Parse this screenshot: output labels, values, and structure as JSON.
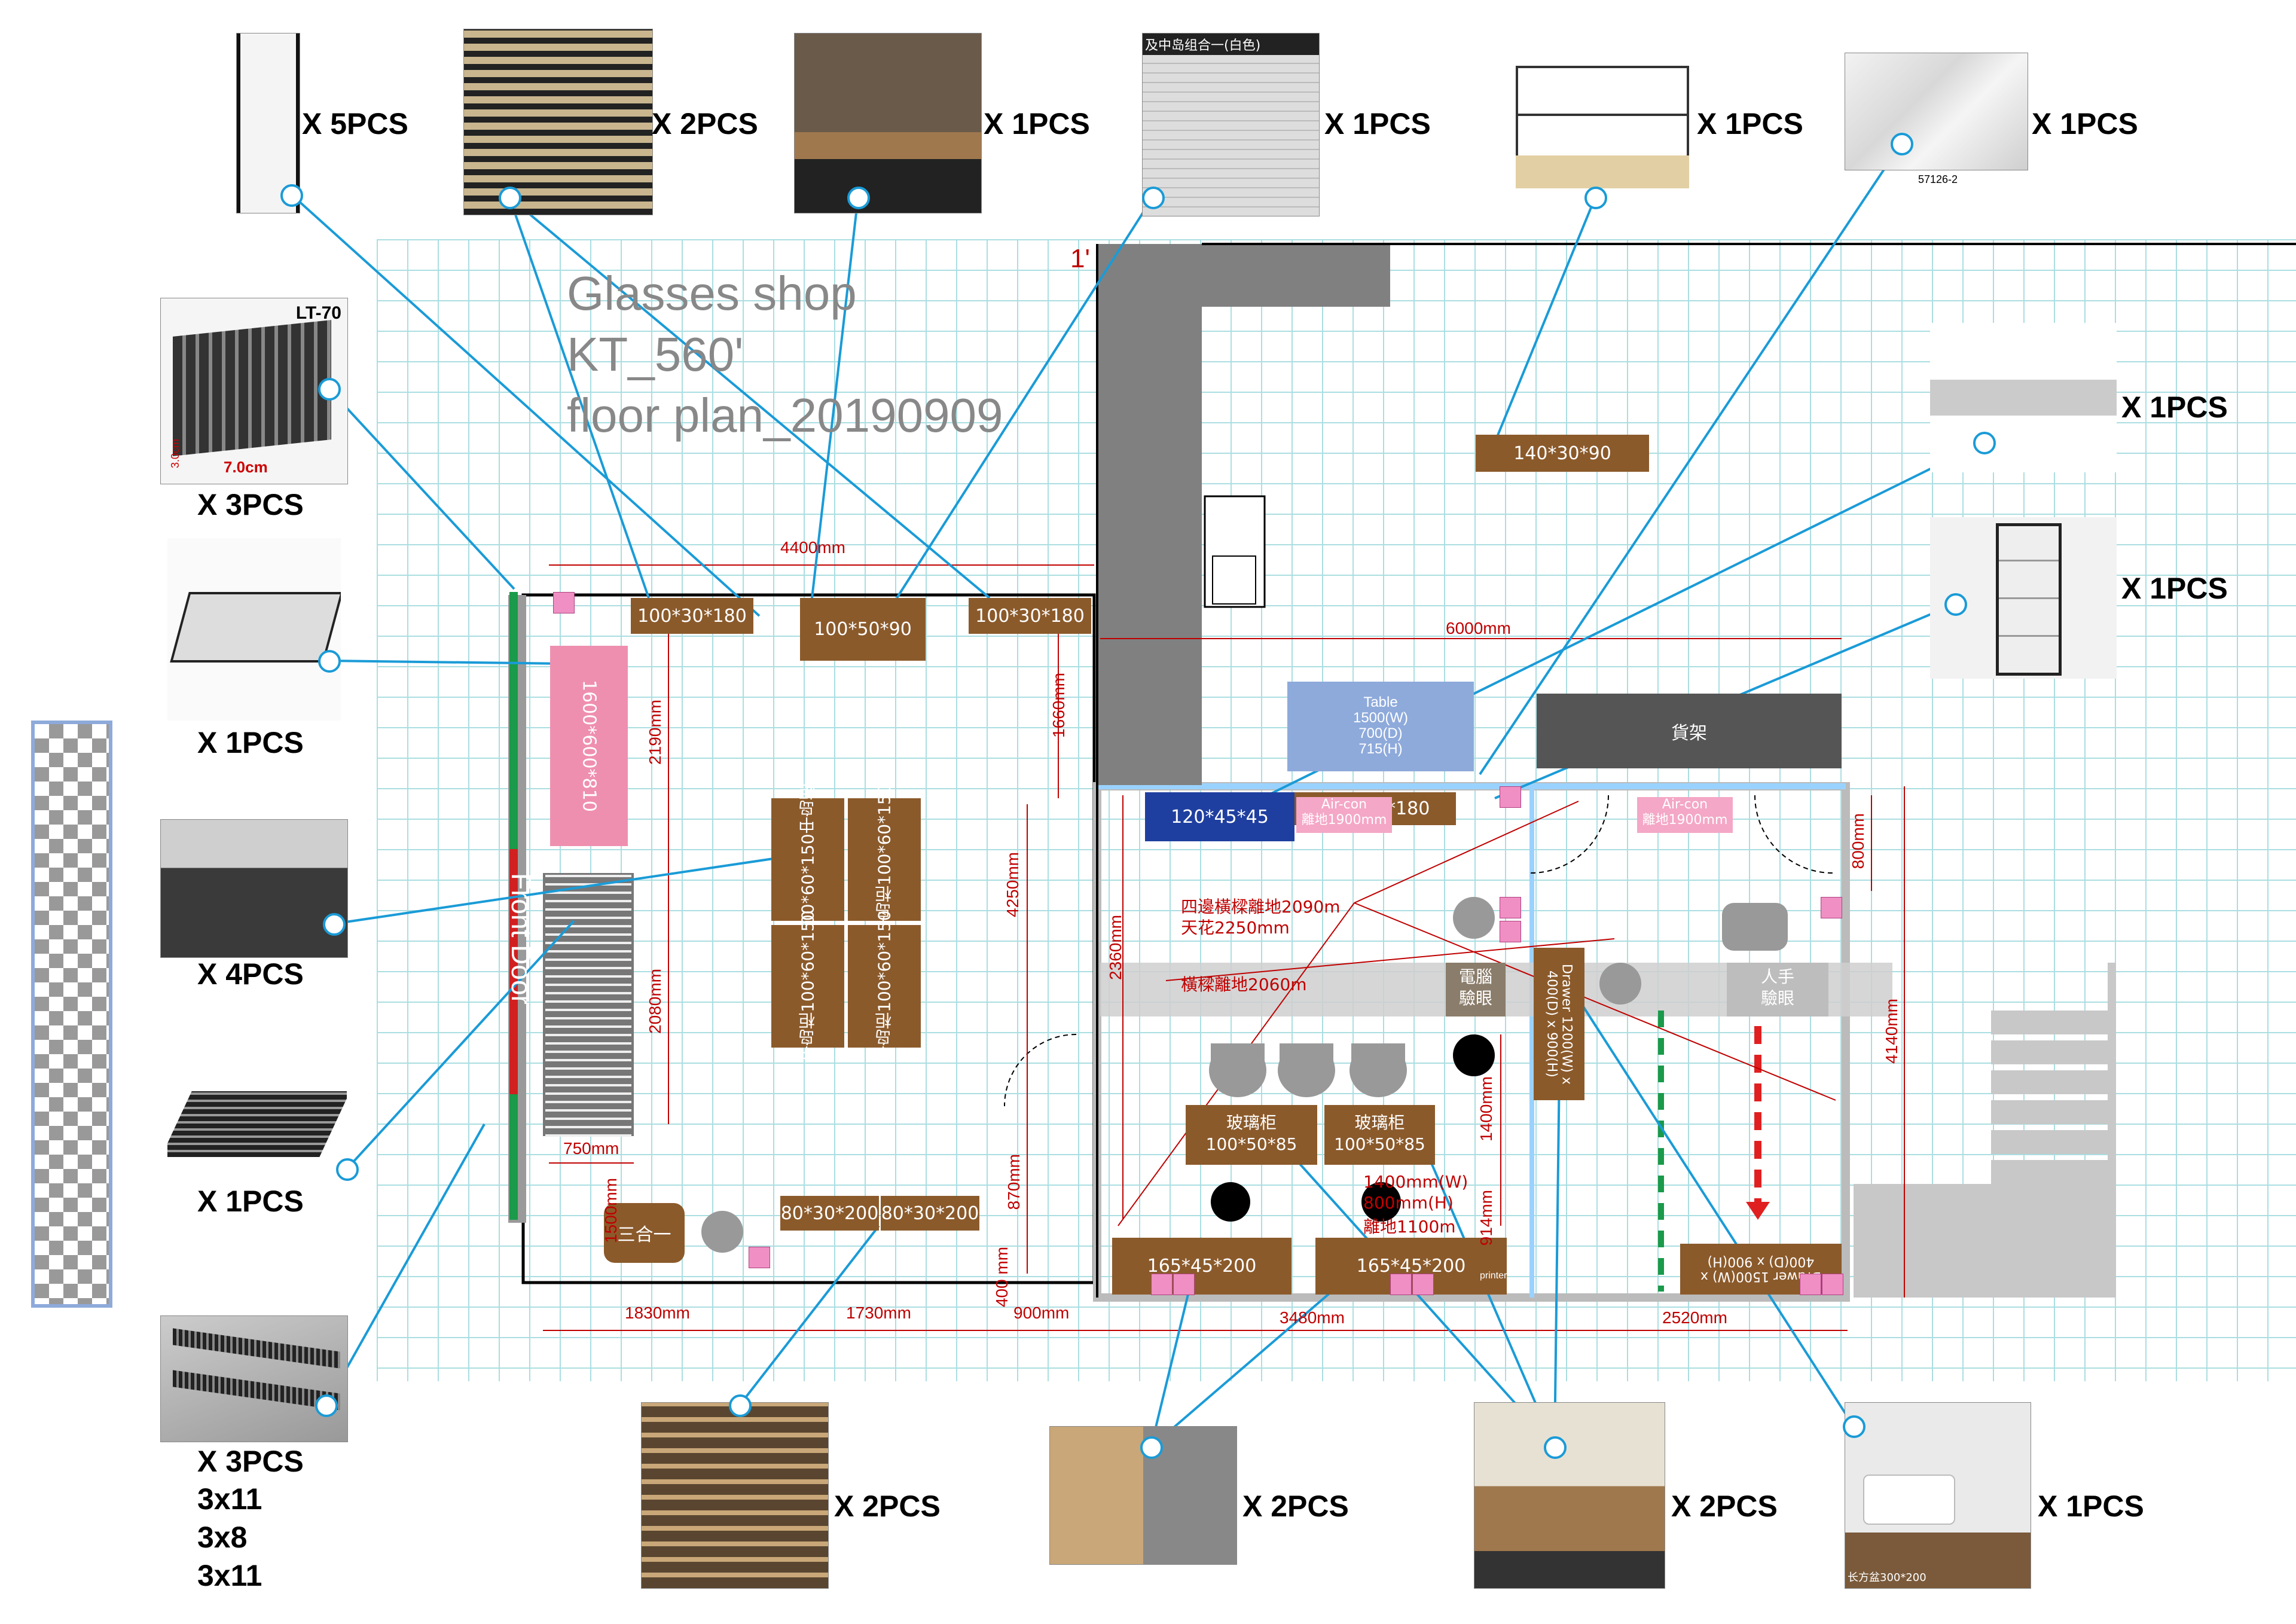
{
  "title_lines": [
    "Glasses shop",
    "KT_560'",
    "floor plan_20190909"
  ],
  "products": {
    "top": [
      "X 5PCS",
      "X 2PCS",
      "X 1PCS",
      "X 1PCS",
      "X 1PCS",
      "X 1PCS"
    ],
    "right": [
      "X 1PCS",
      "X 1PCS"
    ],
    "left": [
      "X 3PCS",
      "X 1PCS",
      "X 4PCS",
      "X 1PCS",
      "X 3PCS"
    ],
    "left_extra": [
      "3x11",
      "3x8",
      "3x11"
    ],
    "bottom": [
      "X 2PCS",
      "X 2PCS",
      "X 2PCS",
      "X 1PCS"
    ],
    "photo_captions": {
      "doormat_label": "LT-70",
      "doormat_width": "7.0cm",
      "doormat_height": "3.0cm",
      "cabinet_label": "及中岛组合一(白色)",
      "marble_label": "57126-2",
      "basin_label": "长方盆300*200"
    }
  },
  "furniture": {
    "f1": "100*30*180",
    "f2": "100*50*90",
    "f3": "100*30*180",
    "pink_table": "1600*600*810",
    "island1": "中岛柜",
    "island_dim": "100*60*150",
    "cab_80_a": "80*30*200",
    "cab_80_b": "80*30*200",
    "sanheyi": "三合一",
    "shelf_top": "140*30*90",
    "table_lines": [
      "Table",
      "1500(W)",
      "700(D)",
      "715(H)"
    ],
    "blue_sofa": "120*45*45",
    "rack_small": "100*32*180",
    "huojia": "貨架",
    "glass_a_1": "玻璃柜",
    "glass_a_2": "100*50*85",
    "glass_b_1": "玻璃柜",
    "glass_b_2": "100*50*85",
    "cab_165_a": "165*45*200",
    "cab_165_b": "165*45*200",
    "printer": "printer",
    "drawer_vert": "Drawer 1200(W) x 400(D) x 900(H)",
    "drawer_bottom": "Drawer 1500(W) x 400(D) x 900(H)",
    "aircon_a": "Air-con",
    "aircon_a2": "離地1900mm",
    "aircon_b": "Air-con",
    "aircon_b2": "離地1900mm",
    "pc_test_1": "電腦",
    "pc_test_2": "驗眼",
    "hand_test_1": "人手",
    "hand_test_2": "驗眼",
    "front_door": "Front Door"
  },
  "dims": {
    "d4400": "4400mm",
    "d6000": "6000mm",
    "d2190": "2190mm",
    "d1660": "1660mm",
    "d4250": "4250mm",
    "d2080": "2080mm",
    "d750": "750mm",
    "d1830": "1830mm",
    "d1730": "1730mm",
    "d900": "900mm",
    "d870": "870mm",
    "d400": "400 mm",
    "d2360": "2360mm",
    "d3480": "3480mm",
    "d2520": "2520mm",
    "d800": "800mm",
    "d4140": "4140mm",
    "d1400": "1400mm",
    "d914": "914mm",
    "d1500": "1500mm",
    "mark_1": "1'",
    "note_beam": "四邊橫樑離地2090m",
    "note_ceiling": "天花2250mm",
    "note_beam2": "橫樑離地2060m",
    "note_table1": "1400mm(W)",
    "note_table2": "800mm(H)",
    "note_table3": "離地1100m"
  },
  "colors": {
    "furniture": "#8b5a2b",
    "dimension": "#c00000",
    "leader": "#1a9bd7",
    "grid": "#8fd3d8",
    "pink": "#ef8fb0",
    "blue_table": "#8eaadb",
    "sofa": "#1f3fa0",
    "gray_wall": "#808080"
  }
}
